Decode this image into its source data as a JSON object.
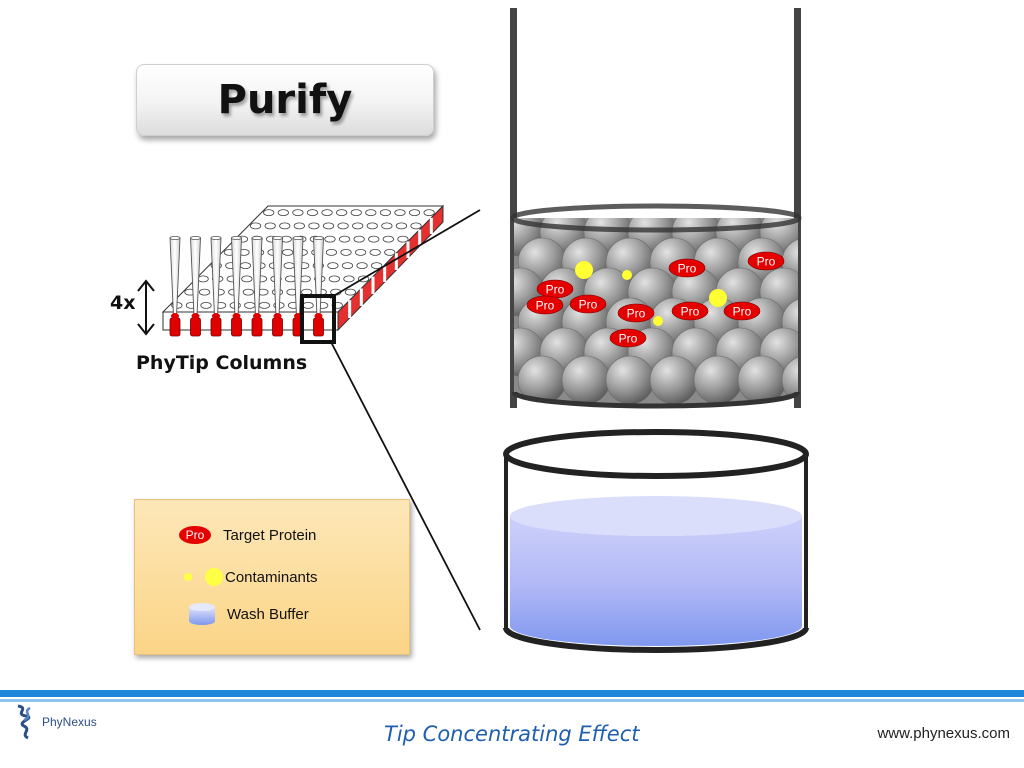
{
  "title": "Purify",
  "plate": {
    "label": "PhyTip Columns",
    "wash_count": "4x"
  },
  "beads": {
    "protein_label": "Pro"
  },
  "legend": {
    "items": [
      {
        "label": "Target Protein",
        "icon": "protein-oval",
        "badge": "Pro"
      },
      {
        "label": "Contaminants",
        "icon": "yellow-dots"
      },
      {
        "label": "Wash Buffer",
        "icon": "blue-cylinder"
      }
    ]
  },
  "footer": {
    "logo_text": "PhyNexus",
    "title": "Tip Concentrating Effect",
    "url": "www.phynexus.com"
  },
  "colors": {
    "protein": "#e50000",
    "contaminant": "#ffff33",
    "buffer": "#a9b3f5",
    "footer_bar": "#1e86d9"
  }
}
